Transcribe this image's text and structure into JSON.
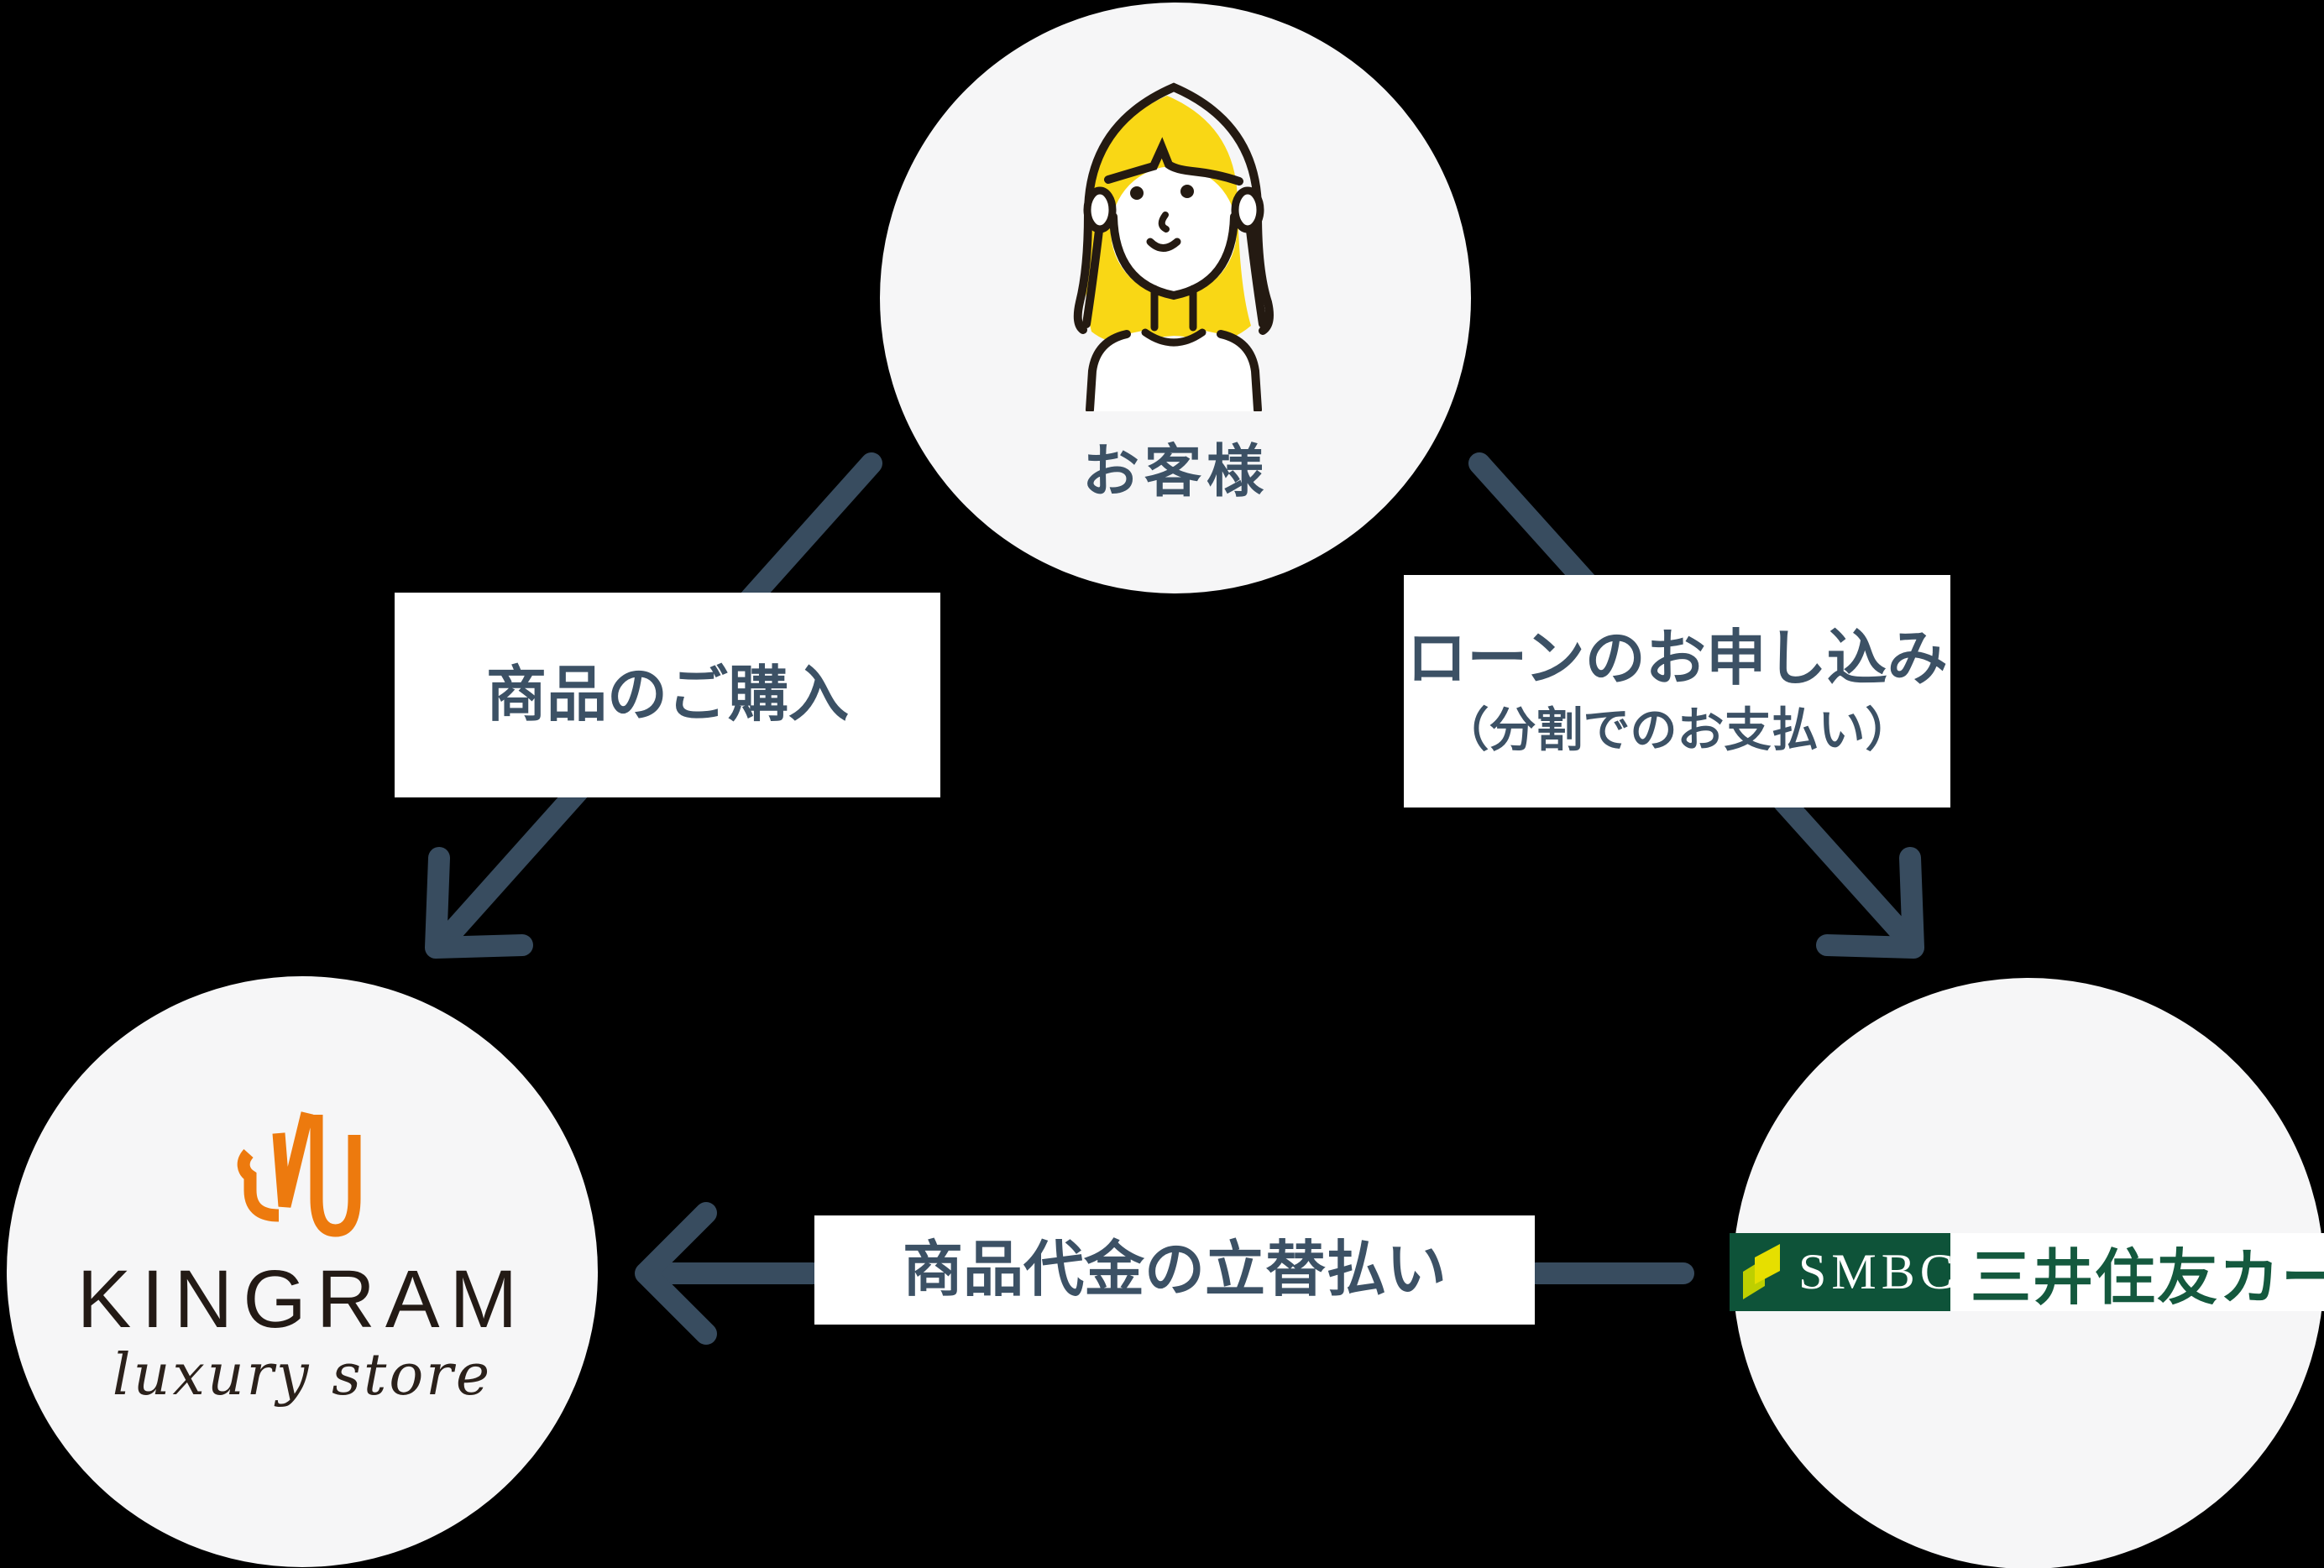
{
  "diagram": {
    "title_hidden": "",
    "nodes": {
      "customer": {
        "label": "お客様"
      },
      "kingram": {
        "brand": "KINGRAM",
        "tagline": "luxury store"
      },
      "smbc": {
        "brand_short": "SMBC",
        "brand_name": "三井住友カード"
      }
    },
    "edges": [
      {
        "from": "customer",
        "to": "kingram",
        "label": "商品のご購入"
      },
      {
        "from": "customer",
        "to": "smbc",
        "label": "ローンのお申し込み",
        "sublabel": "（分割でのお支払い）"
      },
      {
        "from": "smbc",
        "to": "kingram",
        "label": "商品代金の立替払い"
      }
    ],
    "colors": {
      "background": "#000000",
      "node_circle_bg": "#F6F6F7",
      "arrow": "#384C5F",
      "label_text": "#3C5165",
      "label_box_bg": "#FFFFFF",
      "kingram_orange": "#ED7A0E",
      "kingram_text": "#231A15",
      "smbc_green": "#0E5339",
      "smbc_text_green": "#14593E",
      "smbc_mark_lime": "#BECF00",
      "smbc_mark_yellow": "#E6DF00",
      "customer_hair_yellow": "#F9D715",
      "illustration_outline": "#241A12"
    }
  }
}
